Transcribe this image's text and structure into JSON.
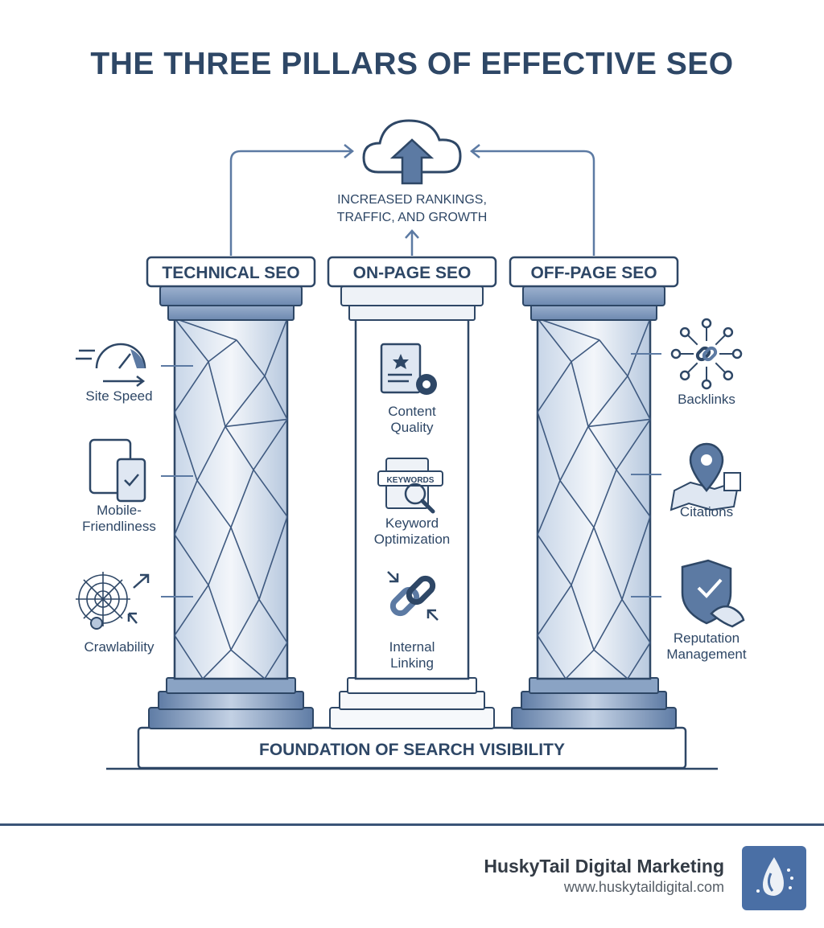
{
  "title": "THE THREE PILLARS OF EFFECTIVE SEO",
  "outcome": {
    "line1": "INCREASED RANKINGS,",
    "line2": "TRAFFIC, AND GROWTH",
    "icon": "cloud-upload-icon"
  },
  "pillars": [
    {
      "label": "TECHNICAL SEO",
      "items": [
        {
          "line1": "Site Speed",
          "line2": "",
          "icon": "speedometer-icon"
        },
        {
          "line1": "Mobile-",
          "line2": "Friendliness",
          "icon": "mobile-devices-icon"
        },
        {
          "line1": "Crawlability",
          "line2": "",
          "icon": "spider-web-icon"
        }
      ]
    },
    {
      "label": "ON-PAGE SEO",
      "items": [
        {
          "line1": "Content",
          "line2": "Quality",
          "icon": "document-gear-icon"
        },
        {
          "line1": "Keyword",
          "line2": "Optimization",
          "icon": "keyword-search-icon",
          "badge": "KEYWORDS"
        },
        {
          "line1": "Internal",
          "line2": "Linking",
          "icon": "chain-link-icon"
        }
      ]
    },
    {
      "label": "OFF-PAGE SEO",
      "items": [
        {
          "line1": "Backlinks",
          "line2": "",
          "icon": "link-network-icon"
        },
        {
          "line1": "Citations",
          "line2": "",
          "icon": "map-pin-icon"
        },
        {
          "line1": "Reputation",
          "line2": "Management",
          "icon": "shield-handshake-icon"
        }
      ]
    }
  ],
  "foundation": "FOUNDATION OF SEARCH VISIBILITY",
  "brand": {
    "name": "HuskyTail Digital Marketing",
    "url": "www.huskytaildigital.com"
  },
  "colors": {
    "navy": "#2e4766",
    "steel": "#5c7aa3",
    "light": "#e4ebf4"
  }
}
